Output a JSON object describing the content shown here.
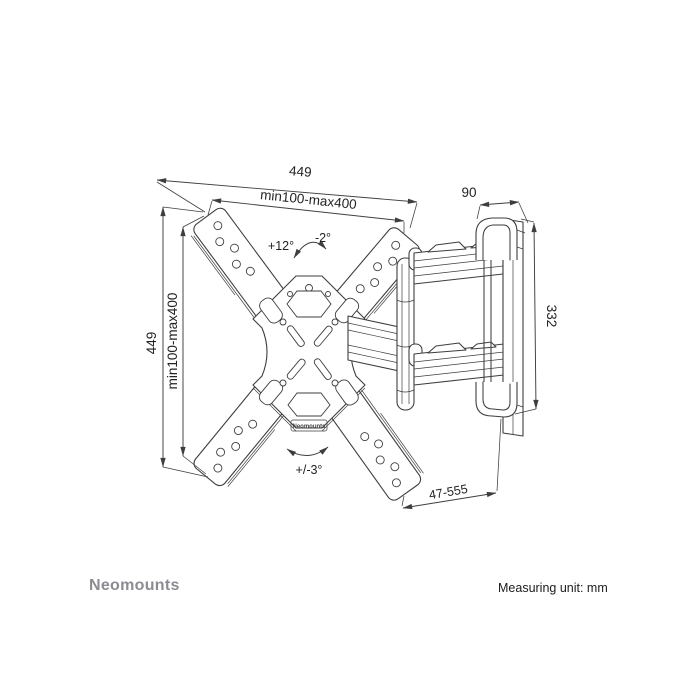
{
  "colors": {
    "line": "#3e3e3e",
    "text": "#232323",
    "brand_text": "#8b8b92",
    "background": "#ffffff"
  },
  "drawing": {
    "dims": {
      "top_width": "449",
      "top_vesa": "min100-max400",
      "depth": "90",
      "side_height": "449",
      "side_vesa": "min100-max400",
      "plate_height": "332",
      "extension": "47-555",
      "tilt_up": "+12°",
      "tilt_down": "-2°",
      "rotation_level": "+/-3°"
    },
    "plate_logo": "Neomounts"
  },
  "footer": {
    "brand": "Neomounts",
    "measuring_unit_label": "Measuring unit: mm"
  }
}
